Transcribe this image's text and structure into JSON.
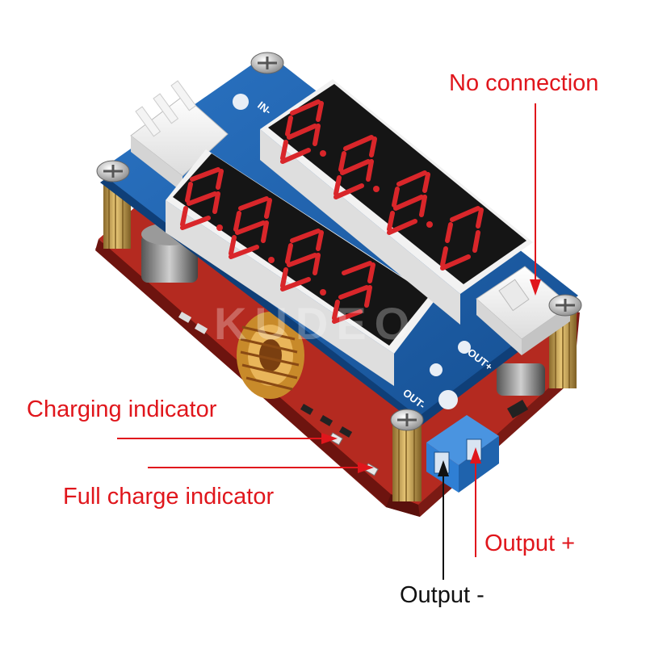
{
  "callouts": {
    "no_connection": "No connection",
    "charging_indicator": "Charging indicator",
    "full_charge_indicator": "Full charge indicator",
    "output_plus": "Output +",
    "output_minus": "Output -"
  },
  "silkscreen": {
    "in": "IN-",
    "out_plus": "OUT+",
    "out_minus": "OUT-"
  },
  "colors": {
    "callout_red": "#e0161c",
    "callout_black": "#111111",
    "pcb_blue": "#1b5ea8",
    "pcb_red": "#b42a20",
    "display_black": "#151515",
    "segment_red": "#d9262a",
    "terminal_blue": "#2f7fd4",
    "brass": "#c9a352"
  },
  "watermark": "KUDEO"
}
